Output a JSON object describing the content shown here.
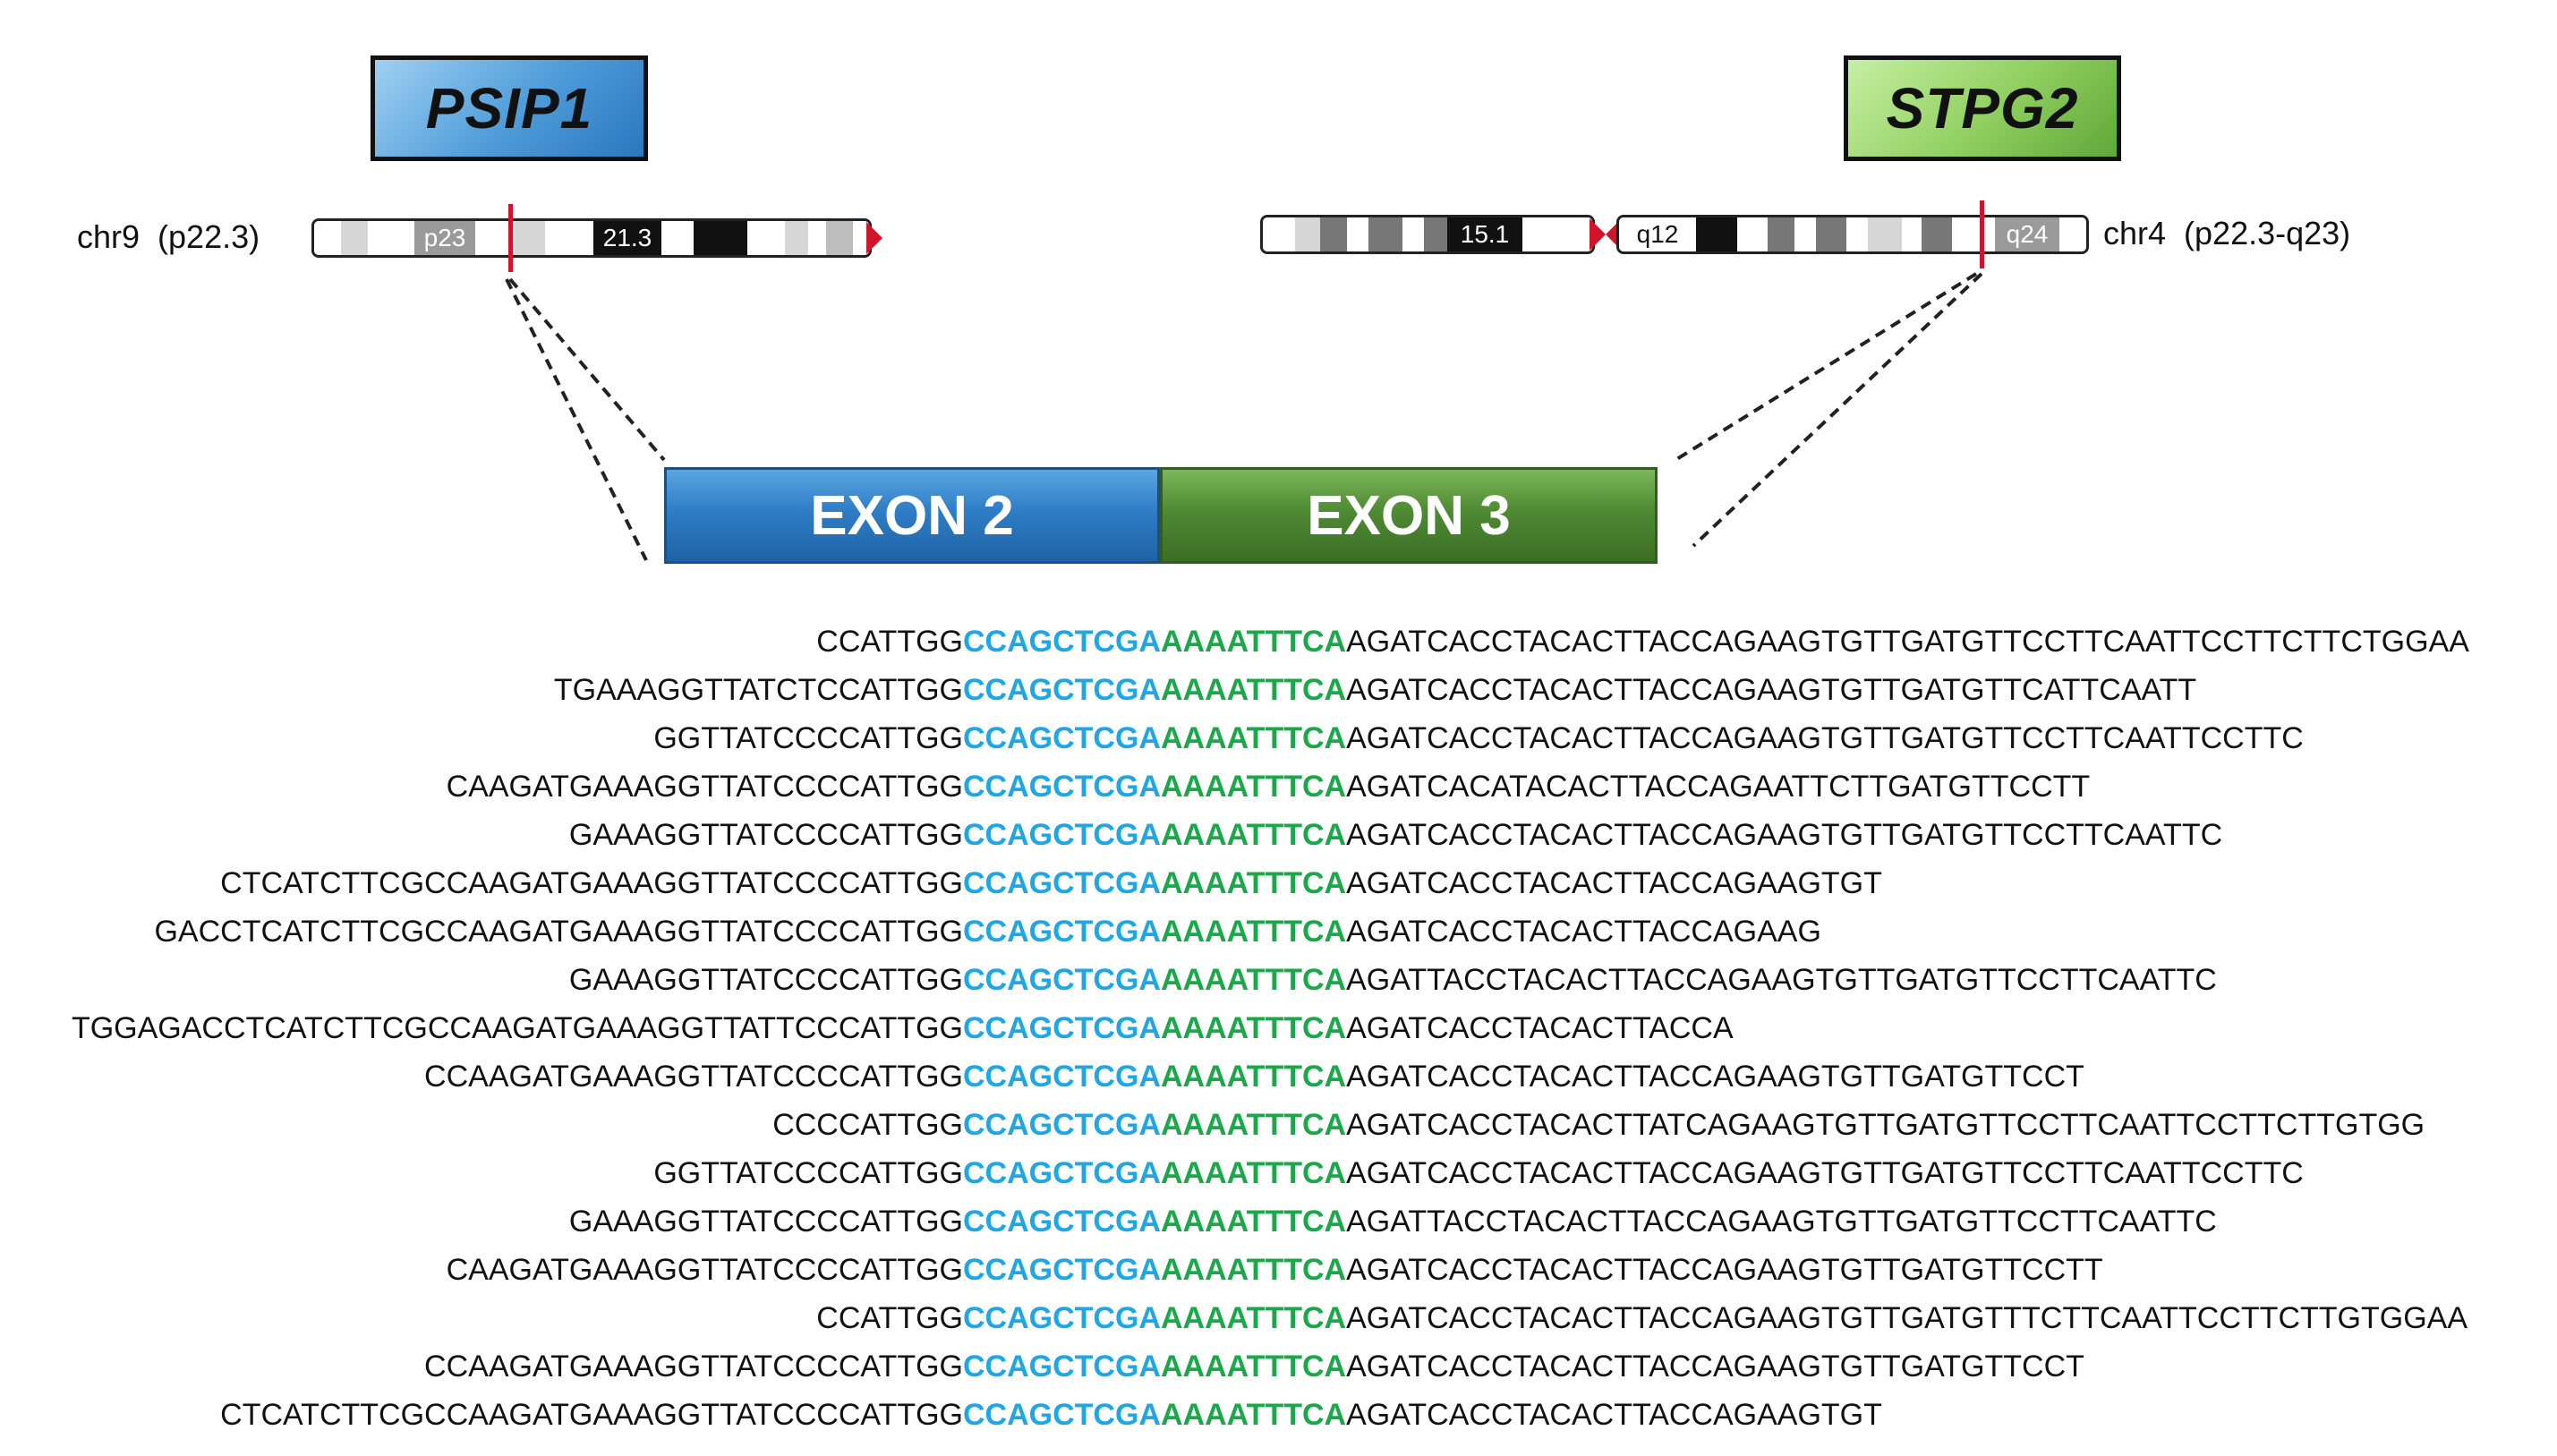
{
  "genes": {
    "left": {
      "name": "PSIP1",
      "chrom_label": "chr9",
      "locus": "(p22.3)",
      "bands": [
        "p23",
        "21.3"
      ]
    },
    "right": {
      "name": "STPG2",
      "chrom_label": "chr4",
      "locus": "(p22.3-q23)",
      "bands": [
        "15.1",
        "q12",
        "q24"
      ]
    }
  },
  "exons": {
    "left": "EXON 2",
    "right": "EXON 3"
  },
  "colors": {
    "exon2": "#2e7dc6",
    "exon3": "#4f8a34",
    "junction_blue": "#1fa6e3",
    "junction_green": "#1ba74a",
    "marker": "#d0142a"
  },
  "reads": [
    {
      "pre": "CCATTGG",
      "blue": "CCAGCTCGA",
      "green": "AAAATTTCA",
      "post": "AGATCACCTACACTTACCAGAAGTGTTGATGTTCCTTCAATTCCTTCTTCTGGAA"
    },
    {
      "pre": "TGAAAGGTTATCTCCATTGG",
      "blue": "CCAGCTCGA",
      "green": "AAAATTTCA",
      "post": "AGATCACCTACACTTACCAGAAGTGTTGATGTTCATTCAATT"
    },
    {
      "pre": "GGTTATCCCCATTGG",
      "blue": "CCAGCTCGA",
      "green": "AAAATTTCA",
      "post": "AGATCACCTACACTTACCAGAAGTGTTGATGTTCCTTCAATTCCTTC"
    },
    {
      "pre": "CAAGATGAAAGGTTATCCCCATTGG",
      "blue": "CCAGCTCGA",
      "green": "AAAATTTCA",
      "post": "AGATCACATACACTTACCAGAATTCTTGATGTTCCTT"
    },
    {
      "pre": "GAAAGGTTATCCCCATTGG",
      "blue": "CCAGCTCGA",
      "green": "AAAATTTCA",
      "post": "AGATCACCTACACTTACCAGAAGTGTTGATGTTCCTTCAATTC"
    },
    {
      "pre": "CTCATCTTCGCCAAGATGAAAGGTTATCCCCATTGG",
      "blue": "CCAGCTCGA",
      "green": "AAAATTTCA",
      "post": "AGATCACCTACACTTACCAGAAGTGT"
    },
    {
      "pre": "GACCTCATCTTCGCCAAGATGAAAGGTTATCCCCATTGG",
      "blue": "CCAGCTCGA",
      "green": "AAAATTTCA",
      "post": "AGATCACCTACACTTACCAGAAG"
    },
    {
      "pre": "GAAAGGTTATCCCCATTGG",
      "blue": "CCAGCTCGA",
      "green": "AAAATTTCA",
      "post": "AGATTACCTACACTTACCAGAAGTGTTGATGTTCCTTCAATTC"
    },
    {
      "pre": "TGGAGACCTCATCTTCGCCAAGATGAAAGGTTATTCCCATTGG",
      "blue": "CCAGCTCGA",
      "green": "AAAATTTCA",
      "post": "AGATCACCTACACTTACCA"
    },
    {
      "pre": "CCAAGATGAAAGGTTATCCCCATTGG",
      "blue": "CCAGCTCGA",
      "green": "AAAATTTCA",
      "post": "AGATCACCTACACTTACCAGAAGTGTTGATGTTCCT"
    },
    {
      "pre": "CCCCATTGG",
      "blue": "CCAGCTCGA",
      "green": "AAAATTTCA",
      "post": "AGATCACCTACACTTATCAGAAGTGTTGATGTTCCTTCAATTCCTTCTTGTGG"
    },
    {
      "pre": "GGTTATCCCCATTGG",
      "blue": "CCAGCTCGA",
      "green": "AAAATTTCA",
      "post": "AGATCACCTACACTTACCAGAAGTGTTGATGTTCCTTCAATTCCTTC"
    },
    {
      "pre": "GAAAGGTTATCCCCATTGG",
      "blue": "CCAGCTCGA",
      "green": "AAAATTTCA",
      "post": "AGATTACCTACACTTACCAGAAGTGTTGATGTTCCTTCAATTC"
    },
    {
      "pre": "CAAGATGAAAGGTTATCCCCATTGG",
      "blue": "CCAGCTCGA",
      "green": "AAAATTTCA",
      "post": "AGATCACCTACACTTACCAGAAGTGTTGATGTTCCTT"
    },
    {
      "pre": "CCATTGG",
      "blue": "CCAGCTCGA",
      "green": "AAAATTTCA",
      "post": "AGATCACCTACACTTACCAGAAGTGTTGATGTTTCTTCAATTCCTTCTTGTGGAA"
    },
    {
      "pre": "CCAAGATGAAAGGTTATCCCCATTGG",
      "blue": "CCAGCTCGA",
      "green": "AAAATTTCA",
      "post": "AGATCACCTACACTTACCAGAAGTGTTGATGTTCCT"
    },
    {
      "pre": "CTCATCTTCGCCAAGATGAAAGGTTATCCCCATTGG",
      "blue": "CCAGCTCGA",
      "green": "AAAATTTCA",
      "post": "AGATCACCTACACTTACCAGAAGTGT"
    }
  ]
}
